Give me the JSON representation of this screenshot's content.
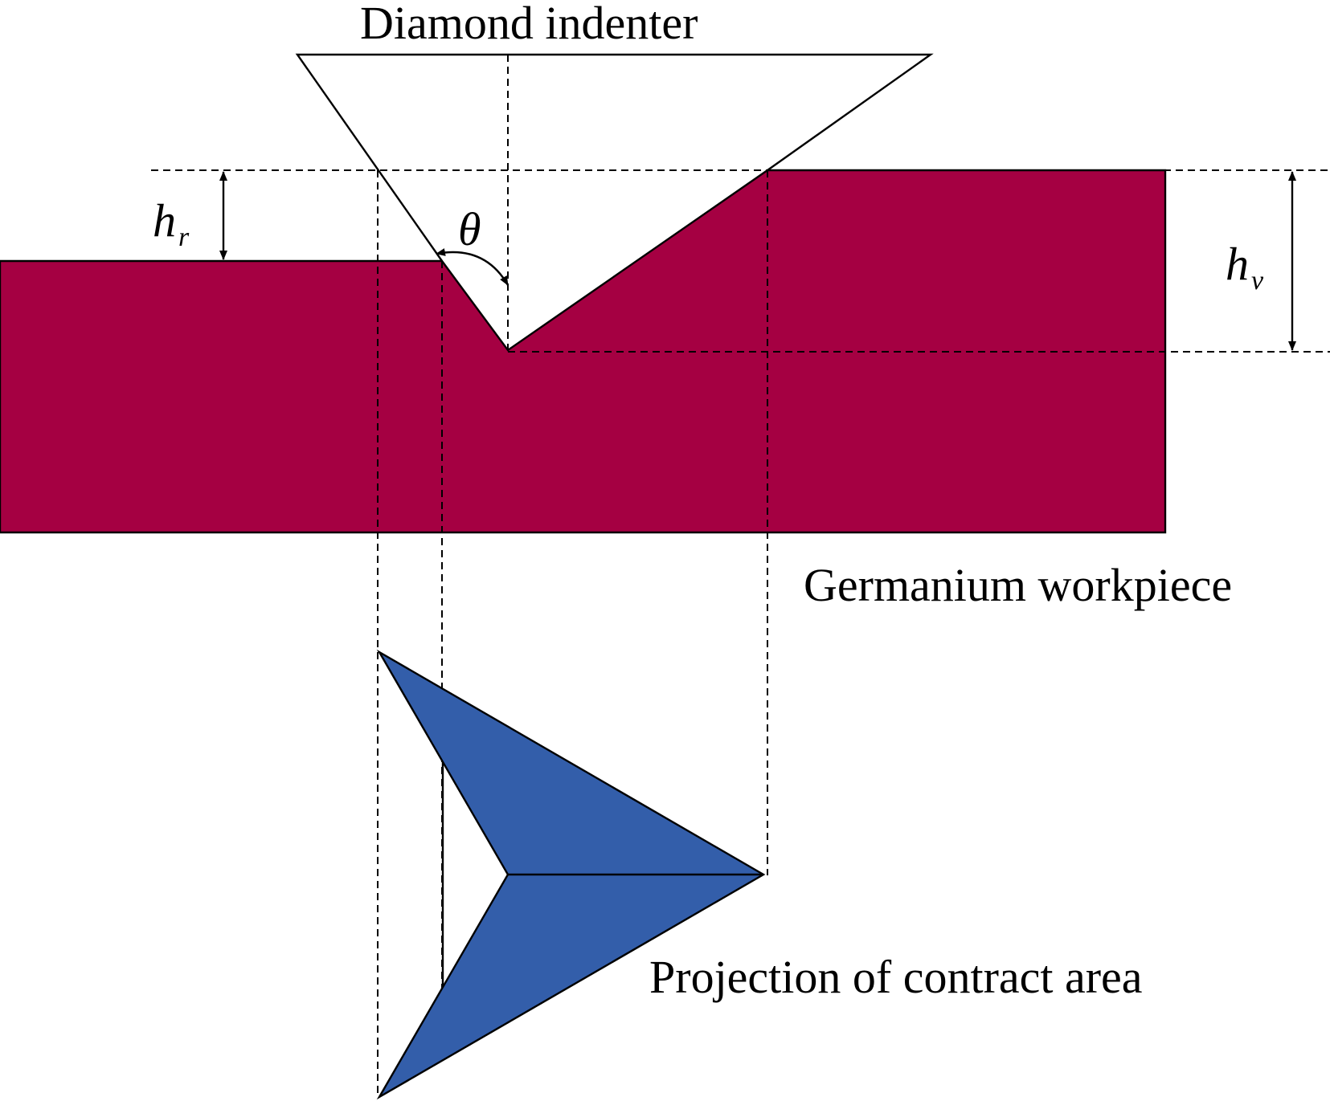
{
  "labels": {
    "indenter": "Diamond indenter",
    "workpiece": "Germanium workpiece",
    "projection": "Projection of contract area",
    "theta": "θ",
    "hr_main": "h",
    "hr_sub": "r",
    "hv_main": "h",
    "hv_sub": "v"
  },
  "colors": {
    "workpiece": "#A50042",
    "projection": "#335EAA",
    "outline": "#000000",
    "background": "#FFFFFF"
  }
}
